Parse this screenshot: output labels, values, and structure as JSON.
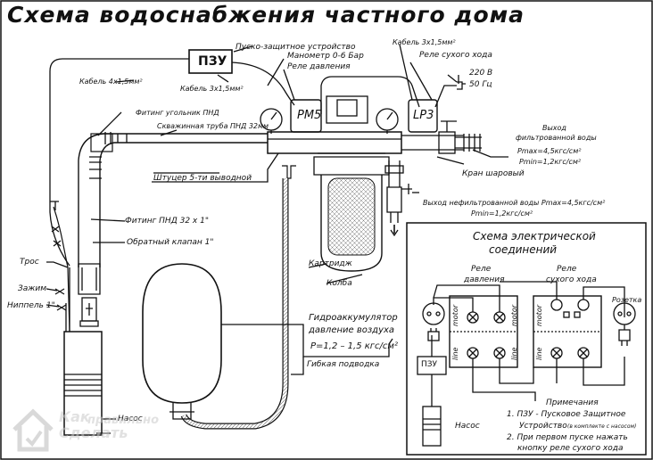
{
  "title": "Схема водоснабжения частного дома",
  "labels": {
    "pzu_box": "ПЗУ",
    "pusko": "Пуско-защитное устройство",
    "cable_4x15": "Кабель 4х1,5мм²",
    "cable_3x15_bottom": "Кабель 3х1,5мм²",
    "manometer": "Манометр 0-6 Бар",
    "rele_davl": "Реле давления",
    "cable_3x15_top": "Кабель 3х1,5мм²",
    "rele_sukh": "Реле сухого хода",
    "v220": "220 В",
    "hz50": "50 Гц",
    "fiting_ugol": "Фитинг угольник ПНД",
    "skvazh_truba": "Скважинная труба ПНД 32мм",
    "rm5": "PM5",
    "lp3": "LP3",
    "vyhod_filtr_1": "Выход",
    "vyhod_filtr_2": "фильтрованной воды",
    "pmax_top": "Pmax=4,5кгс/см²",
    "pmin_top": "Pmin=1,2кгс/см²",
    "kran": "Кран шаровый",
    "shtucer": "Штуцер 5-ти выводной",
    "vyhod_nefiltr": "Выход нефильтрованной воды Pmax=4,5кгс/см²",
    "pmin_bottom": "Pmin=1,2кгс/см²",
    "fiting_pnd": "Фитинг ПНД 32 х 1\"",
    "obratny": "Обратный клапан 1\"",
    "tros": "Трос",
    "zazhim": "Зажим",
    "nippel": "Ниппель 1\"",
    "kartridzh": "Картридж",
    "kolba": "Колба",
    "gidroakk": "Гидроаккумулятор",
    "davlenie_vozd": "давление воздуха",
    "p_range": "P=1,2 – 1,5 кгс/см²",
    "gibkaya": "Гибкая подводка",
    "nasos": "Насос"
  },
  "electric": {
    "title_line1": "Схема электрической",
    "title_line2": "соединений",
    "rele_davl_1": "Реле",
    "rele_davl_2": "давления",
    "rele_sukh_1": "Реле",
    "rele_sukh_2": "сухого хода",
    "rozetka": "Розетка",
    "pzu": "ПЗУ",
    "nasos": "Насос",
    "motor": "motor",
    "line": "line",
    "note_title": "Примечания",
    "note1_a": "1. ПЗУ - Пусковое Защитное",
    "note1_b": "Устройство",
    "note1_c": "(в комплекте с насосом)",
    "note2_a": "2. При первом пуске нажать",
    "note2_b": "кнопку реле сухого хода"
  },
  "watermark": {
    "line1": "Как",
    "line2": "правильно",
    "line3": "Сделать"
  },
  "colors": {
    "ink": "#111111",
    "hatch": "#777777",
    "watermark": "#c9c9c9"
  }
}
